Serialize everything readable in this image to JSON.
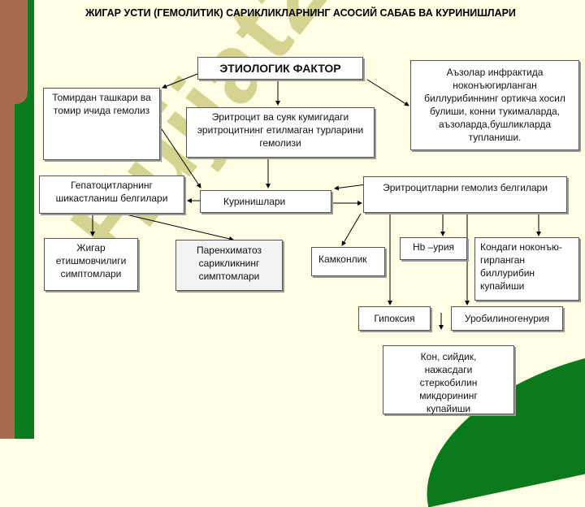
{
  "title": "ЖИГАР УСТИ (ГЕМОЛИТИК) САРИКЛИКЛАРНИНГ АСОСИЙ САБАБ ВА КУРИНИШЛАРИ",
  "watermark": "Hujjat24",
  "nodes": {
    "etiology": "ЭТИОЛОГИК ФАКТОР",
    "hemolysis": "Томирдан ташкари ва томир ичида гемолиз",
    "marrow": "Эритроцит ва суяк кумигидаги эритроцитнинг етилмаган турларини гемолизи",
    "infarct": "Аъзолар инфрактида ноконъюгирланган биллурибиннинг ортикча хосил булиши, конни тукималарда, аъзоларда,бушликларда тупланиши.",
    "hepatocyte": "Гепатоцитларнинг шикастланиш белгилари",
    "manifestations": "Куринишлари",
    "erythrocyte_signs": "Эритроцитларни гемолиз белгилари",
    "liver_failure": "Жигар етишмовчилиги симптомлари",
    "parenchymal": "Паренхиматоз сарикликнинг симптомлари",
    "anemia": "Камконлик",
    "hburia": "Hb –урия",
    "blood_bilirubin": "Кондаги ноконъю-гирланган биллурибин купайиши",
    "hypoxia": "Гипоксия",
    "urobilinogenuria": "Уробилиногенурия",
    "stercobilin": "Кон, сийдик, нажасдаги стеркобилин микдорининг купайиши"
  }
}
